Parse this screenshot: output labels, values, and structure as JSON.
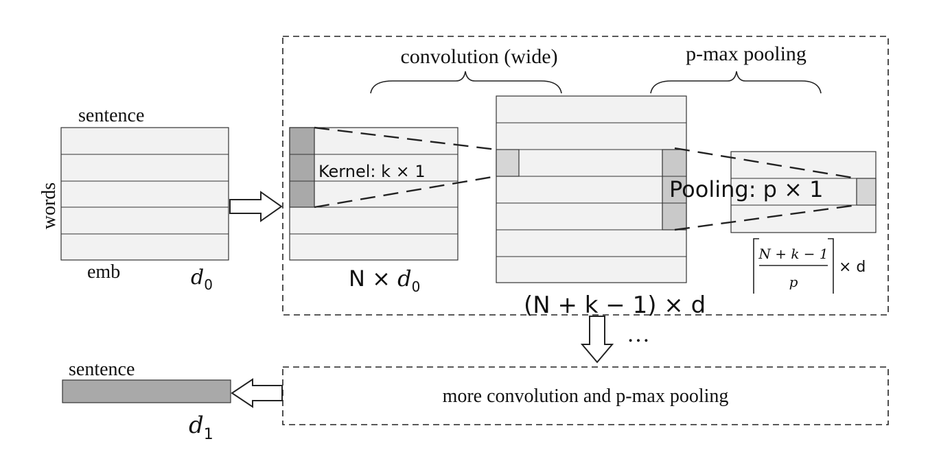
{
  "input": {
    "title": "sentence",
    "rows_label": "words",
    "cols_label": "emb",
    "dim_label": "d",
    "dim_sub": "0"
  },
  "layer": {
    "conv_label": "convolution (wide)",
    "pool_label": "p-max pooling",
    "kernel_label": "Kernel: k × 1",
    "pooling_label": "Pooling: p × 1",
    "conv_input_dim_prefix": "N × ",
    "conv_input_dim_var": "d",
    "conv_input_dim_sub": "0",
    "conv_output_dim": "(N + k − 1) × d",
    "pool_num": "N + k − 1",
    "pool_den": "p",
    "pool_suffix": "× d"
  },
  "continuation": "…",
  "more_block": {
    "label": "more convolution and p-max pooling"
  },
  "output": {
    "title": "sentence",
    "dim_label": "d",
    "dim_sub": "1"
  }
}
